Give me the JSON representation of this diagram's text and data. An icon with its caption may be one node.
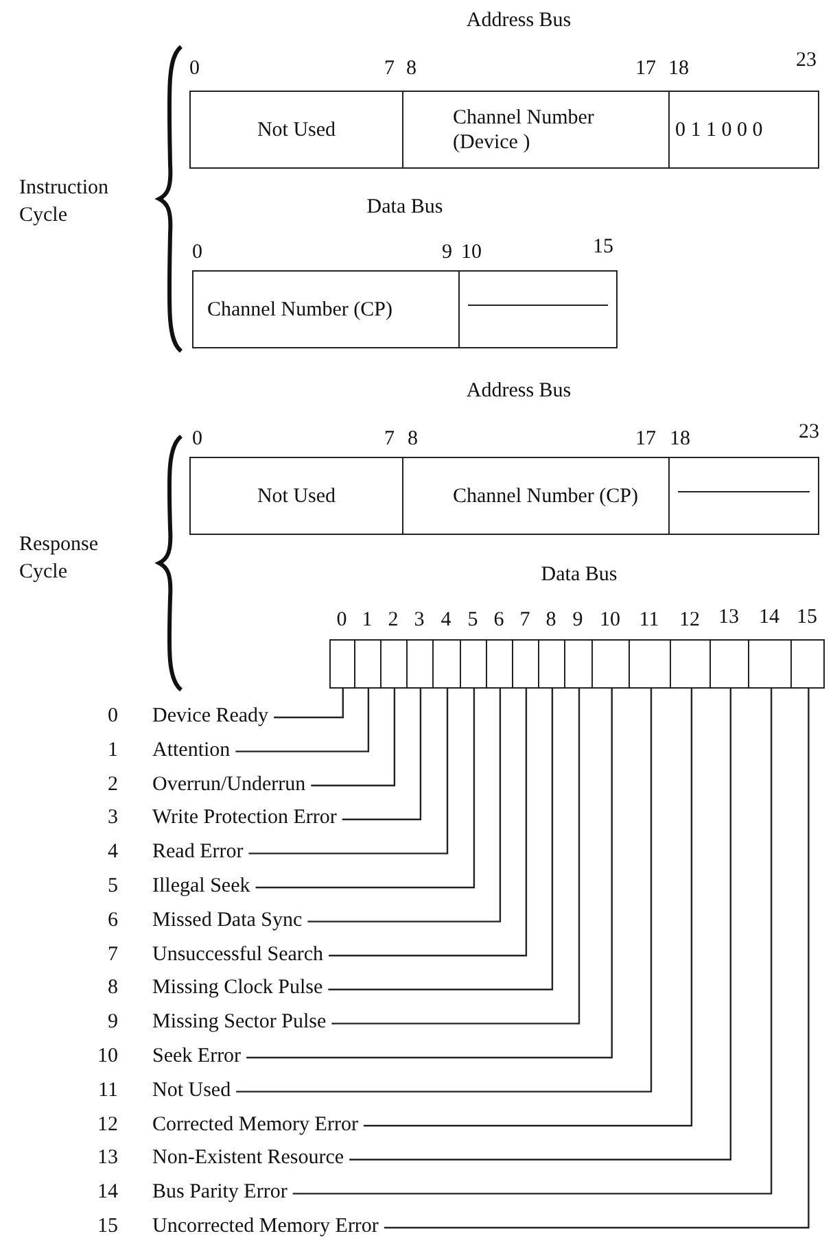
{
  "diagram": {
    "nodes": [
      {
        "text": [
          "Not Used"
        ]
      },
      {
        "text": [
          "Channel Number (Device )"
        ]
      },
      {
        "text": [
          "0 1 1 0 0 0"
        ]
      },
      {
        "text": [
          "Channel Number (CP)"
        ]
      },
      {
        "text": [],
        "shape": "box"
      },
      {
        "text": [
          "Not Used"
        ]
      },
      {
        "text": [
          "Channel Number (CP)"
        ]
      },
      {
        "text": [],
        "shape": "box"
      },
      {
        "text": [],
        "shape": "box"
      },
      {
        "text": [],
        "shape": "box"
      },
      {
        "text": [],
        "shape": "box"
      },
      {
        "text": [],
        "shape": "box"
      },
      {
        "text": [],
        "shape": "box"
      },
      {
        "text": [],
        "shape": "box"
      },
      {
        "text": [],
        "shape": "box"
      },
      {
        "text": [],
        "shape": "box"
      },
      {
        "text": [],
        "shape": "box"
      },
      {
        "text": [],
        "shape": "box"
      },
      {
        "text": [],
        "shape": "box"
      },
      {
        "text": [],
        "shape": "box"
      },
      {
        "text": [],
        "shape": "box"
      },
      {
        "text": [],
        "shape": "box"
      },
      {
        "text": [],
        "shape": "box"
      },
      {
        "text": [],
        "shape": "box"
      },
      {
        "text": [
          "Device Ready"
        ],
        "beside": [
          "0"
        ]
      },
      {
        "text": [
          "Attention"
        ],
        "beside": [
          "1"
        ]
      },
      {
        "text": [
          "Overrun/Underrun"
        ],
        "beside": [
          "2"
        ]
      },
      {
        "text": [
          "Write Protection Error"
        ],
        "beside": [
          "3"
        ]
      },
      {
        "text": [
          "Read Error"
        ],
        "beside": [
          "4"
        ]
      },
      {
        "text": [
          "Illegal Seek"
        ],
        "beside": [
          "5"
        ]
      },
      {
        "text": [
          "Missed Data Sync"
        ],
        "beside": [
          "6"
        ]
      },
      {
        "text": [
          "Unsuccessful Search"
        ],
        "beside": [
          "7"
        ]
      },
      {
        "text": [
          "Missing Clock Pulse"
        ],
        "beside": [
          "8"
        ]
      },
      {
        "text": [
          "Missing Sector Pulse"
        ],
        "beside": [
          "9"
        ]
      },
      {
        "text": [
          "Seek Error"
        ],
        "beside": [
          "10"
        ]
      },
      {
        "text": [
          "Not Used"
        ],
        "beside": [
          "11"
        ]
      },
      {
        "text": [
          "Corrected Memory Error"
        ],
        "beside": [
          "12"
        ]
      },
      {
        "text": [
          "Non-Existent Resource"
        ],
        "beside": [
          "13"
        ]
      },
      {
        "text": [
          "Bus Parity Error"
        ],
        "beside": [
          "14"
        ]
      },
      {
        "text": [
          "Uncorrected Memory Error"
        ],
        "beside": [
          "15"
        ]
      }
    ],
    "edges": [
      {
        "from": 24,
        "to": 8,
        "arrow": "none"
      },
      {
        "from": 25,
        "to": 9,
        "arrow": "none"
      },
      {
        "from": 26,
        "to": 10,
        "arrow": "none"
      },
      {
        "from": 27,
        "to": 11,
        "arrow": "none"
      },
      {
        "from": 28,
        "to": 12,
        "arrow": "none"
      },
      {
        "from": 29,
        "to": 13,
        "arrow": "none"
      },
      {
        "from": 30,
        "to": 14,
        "arrow": "none"
      },
      {
        "from": 31,
        "to": 15,
        "arrow": "none"
      },
      {
        "from": 32,
        "to": 16,
        "arrow": "none"
      },
      {
        "from": 33,
        "to": 17,
        "arrow": "none"
      },
      {
        "from": 34,
        "to": 18,
        "arrow": "none"
      },
      {
        "from": 35,
        "to": 19,
        "arrow": "none"
      },
      {
        "from": 36,
        "to": 20,
        "arrow": "none"
      },
      {
        "from": 37,
        "to": 21,
        "arrow": "none"
      },
      {
        "from": 38,
        "to": 22,
        "arrow": "none"
      },
      {
        "from": 39,
        "to": 23,
        "arrow": "none"
      }
    ],
    "labels": [
      "Address Bus",
      "Instruction Cycle",
      "0",
      "7",
      "8",
      "17",
      "18",
      "23",
      "Data Bus",
      "0",
      "9",
      "10",
      "15",
      "Address Bus",
      "Response Cycle",
      "0",
      "7",
      "8",
      "17",
      "18",
      "23",
      "Data Bus",
      "0",
      "1",
      "2",
      "3",
      "4",
      "5",
      "6",
      "7",
      "8",
      "9",
      "10",
      "11",
      "12",
      "13",
      "14",
      "15"
    ]
  }
}
